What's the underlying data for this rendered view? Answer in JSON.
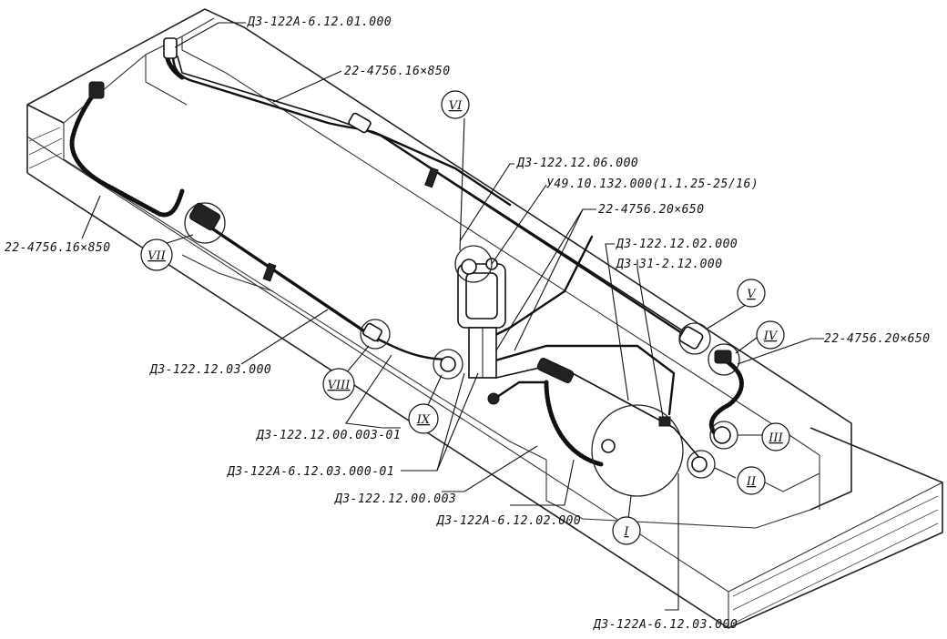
{
  "part_labels": {
    "top_fitting": "ДЗ-122А-6.12.01.000",
    "top_hose": "22-4756.16×850",
    "left_hose": "22-4756.16×850",
    "valve_block": "ДЗ-122.12.06.000",
    "valve_spec": "У49.10.132.000(1.1.25-25/16)",
    "mid_hose": "22-4756.20×650",
    "pipe_02": "ДЗ-122.12.02.000",
    "pipe_31": "ДЗ-31-2.12.000",
    "right_hose": "22-4756.20×650",
    "left_pipe": "ДЗ-122.12.03.000",
    "pipe_003_01": "ДЗ-122.12.00.003-01",
    "tube_03_01": "ДЗ-122А-6.12.03.000-01",
    "pipe_003": "ДЗ-122.12.00.003",
    "tube_02": "ДЗ-122А-6.12.02.000",
    "bottom_tube": "ДЗ-122А-6.12.03.000"
  },
  "detail_markers": {
    "I": "I",
    "II": "II",
    "III": "III",
    "IV": "IV",
    "V": "V",
    "VI": "VI",
    "VII": "VII",
    "VIII": "VIII",
    "IX": "IX"
  }
}
